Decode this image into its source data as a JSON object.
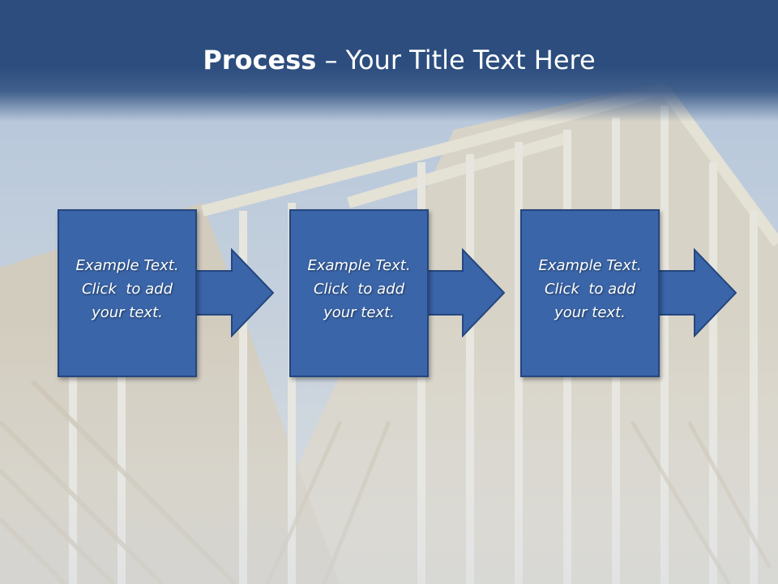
{
  "slide": {
    "title_bold": "Process",
    "title_rest": " – Your Title Text Here",
    "steps": [
      {
        "line1": "Example Text.",
        "line2": "Click  to add",
        "line3": "your text."
      },
      {
        "line1": "Example Text.",
        "line2": "Click  to add",
        "line3": "your text."
      },
      {
        "line1": "Example Text.",
        "line2": "Click  to add",
        "line3": "your text."
      }
    ]
  },
  "colors": {
    "title_band": "#2c4d7e",
    "box_fill": "#3a65a8",
    "box_border": "#24467e",
    "text": "#ffffff"
  }
}
